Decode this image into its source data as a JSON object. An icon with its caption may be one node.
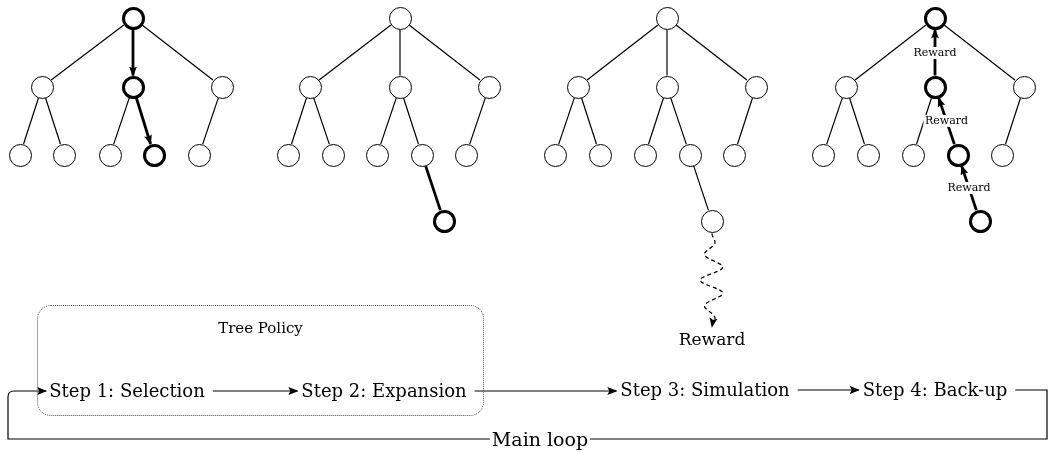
{
  "diagram": {
    "nodes": [
      {
        "text": [],
        "shape": "circle"
      },
      {
        "text": [],
        "shape": "circle"
      },
      {
        "text": [],
        "shape": "circle"
      },
      {
        "text": [],
        "shape": "circle"
      },
      {
        "text": [],
        "shape": "circle"
      },
      {
        "text": [],
        "shape": "circle"
      },
      {
        "text": [],
        "shape": "circle"
      },
      {
        "text": [],
        "shape": "circle"
      },
      {
        "text": [],
        "shape": "circle"
      },
      {
        "text": [],
        "shape": "circle"
      },
      {
        "text": [],
        "shape": "circle"
      },
      {
        "text": [],
        "shape": "circle"
      },
      {
        "text": [],
        "shape": "circle"
      },
      {
        "text": [],
        "shape": "circle"
      },
      {
        "text": [],
        "shape": "circle"
      },
      {
        "text": [],
        "shape": "circle"
      },
      {
        "text": [],
        "shape": "circle"
      },
      {
        "text": [],
        "shape": "circle"
      },
      {
        "text": [],
        "shape": "circle"
      },
      {
        "text": [],
        "shape": "circle"
      },
      {
        "text": [],
        "shape": "circle"
      },
      {
        "text": [],
        "shape": "circle"
      },
      {
        "text": [],
        "shape": "circle"
      },
      {
        "text": [],
        "shape": "circle"
      },
      {
        "text": [],
        "shape": "circle"
      },
      {
        "text": [],
        "shape": "circle"
      },
      {
        "text": [],
        "shape": "circle"
      },
      {
        "text": [],
        "shape": "circle"
      },
      {
        "text": [],
        "shape": "circle"
      },
      {
        "text": [
          "Reward"
        ]
      },
      {
        "text": [],
        "shape": "circle"
      },
      {
        "text": [],
        "shape": "circle"
      },
      {
        "text": [],
        "shape": "circle"
      },
      {
        "text": [],
        "shape": "circle"
      },
      {
        "text": [],
        "shape": "circle"
      },
      {
        "text": [],
        "shape": "circle"
      },
      {
        "text": [],
        "shape": "circle"
      },
      {
        "text": [],
        "shape": "circle"
      },
      {
        "text": [],
        "shape": "circle"
      },
      {
        "text": [],
        "shape": "circle"
      },
      {
        "text": [
          "Tree Policy"
        ]
      },
      {
        "text": [
          "Step 1: Selection"
        ],
        "in": 40
      },
      {
        "text": [
          "Step 2: Expansion"
        ],
        "in": 40
      },
      {
        "text": [
          "Step 3: Simulation"
        ]
      },
      {
        "text": [
          "Step 4: Back-up"
        ]
      }
    ],
    "edges": [
      {
        "from": 0,
        "to": 1,
        "arrow": "none"
      },
      {
        "from": 0,
        "to": 2,
        "arrow": "to",
        "style": "thick"
      },
      {
        "from": 0,
        "to": 3,
        "arrow": "none"
      },
      {
        "from": 1,
        "to": 4,
        "arrow": "none"
      },
      {
        "from": 1,
        "to": 5,
        "arrow": "none"
      },
      {
        "from": 2,
        "to": 6,
        "arrow": "none"
      },
      {
        "from": 2,
        "to": 7,
        "arrow": "to",
        "style": "thick"
      },
      {
        "from": 3,
        "to": 8,
        "arrow": "none"
      },
      {
        "from": 9,
        "to": 10,
        "arrow": "none"
      },
      {
        "from": 9,
        "to": 11,
        "arrow": "none"
      },
      {
        "from": 9,
        "to": 12,
        "arrow": "none"
      },
      {
        "from": 10,
        "to": 13,
        "arrow": "none"
      },
      {
        "from": 10,
        "to": 14,
        "arrow": "none"
      },
      {
        "from": 11,
        "to": 15,
        "arrow": "none"
      },
      {
        "from": 11,
        "to": 16,
        "arrow": "none"
      },
      {
        "from": 12,
        "to": 17,
        "arrow": "none"
      },
      {
        "from": 16,
        "to": 18,
        "arrow": "none",
        "style": "thick"
      },
      {
        "from": 19,
        "to": 20,
        "arrow": "none"
      },
      {
        "from": 19,
        "to": 21,
        "arrow": "none"
      },
      {
        "from": 19,
        "to": 22,
        "arrow": "none"
      },
      {
        "from": 20,
        "to": 23,
        "arrow": "none"
      },
      {
        "from": 20,
        "to": 24,
        "arrow": "none"
      },
      {
        "from": 21,
        "to": 25,
        "arrow": "none"
      },
      {
        "from": 21,
        "to": 26,
        "arrow": "none"
      },
      {
        "from": 22,
        "to": 27,
        "arrow": "none"
      },
      {
        "from": 26,
        "to": 28,
        "arrow": "none"
      },
      {
        "from": 28,
        "to": 29,
        "arrow": "to",
        "style": "dashed"
      },
      {
        "from": 30,
        "to": 31,
        "arrow": "none"
      },
      {
        "from": 30,
        "to": 33,
        "arrow": "none"
      },
      {
        "from": 31,
        "to": 34,
        "arrow": "none"
      },
      {
        "from": 31,
        "to": 35,
        "arrow": "none"
      },
      {
        "from": 32,
        "to": 36,
        "arrow": "none"
      },
      {
        "from": 33,
        "to": 38,
        "arrow": "none"
      },
      {
        "from": 39,
        "to": 37,
        "arrow": "to",
        "style": "thick",
        "label": "Reward"
      },
      {
        "from": 37,
        "to": 32,
        "arrow": "to",
        "style": "thick",
        "label": "Reward"
      },
      {
        "from": 32,
        "to": 30,
        "arrow": "to",
        "style": "thick",
        "label": "Reward"
      },
      {
        "from": 41,
        "to": 42,
        "arrow": "to"
      },
      {
        "from": 42,
        "to": 43,
        "arrow": "to"
      },
      {
        "from": 43,
        "to": 44,
        "arrow": "to"
      },
      {
        "from": 44,
        "to": 41,
        "arrow": "to",
        "label": "Main loop"
      }
    ]
  }
}
